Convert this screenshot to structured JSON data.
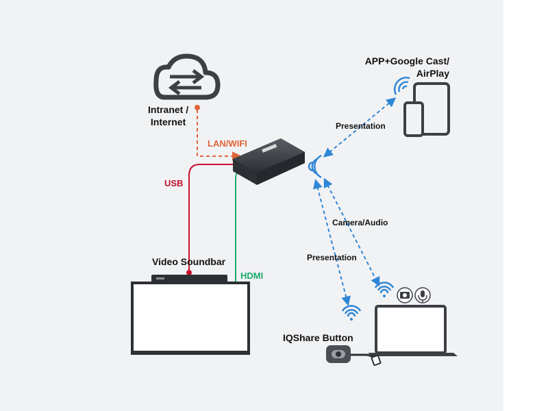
{
  "labels": {
    "cloud": "Intranet /\nInternet",
    "lan": "LAN/WIFI",
    "usb": "USB",
    "hdmi": "HDMI",
    "soundbar": "Video Soundbar",
    "app": "APP+Google Cast/\nAirPlay",
    "presentation_top": "Presentation",
    "camera_audio": "Camera/Audio",
    "presentation_bottom": "Presentation",
    "iqshare": "IQShare Button"
  },
  "colors": {
    "lan": "#e0643a",
    "usb": "#c8102e",
    "hdmi": "#1aaa6a",
    "wireless": "#2f86d6",
    "device": "#3c3f44",
    "background": "#f1f2f4"
  },
  "icons": [
    "cloud-sync-icon",
    "wifi-icon",
    "camera-icon",
    "microphone-icon",
    "tablet-icon",
    "phone-icon",
    "laptop-icon"
  ]
}
